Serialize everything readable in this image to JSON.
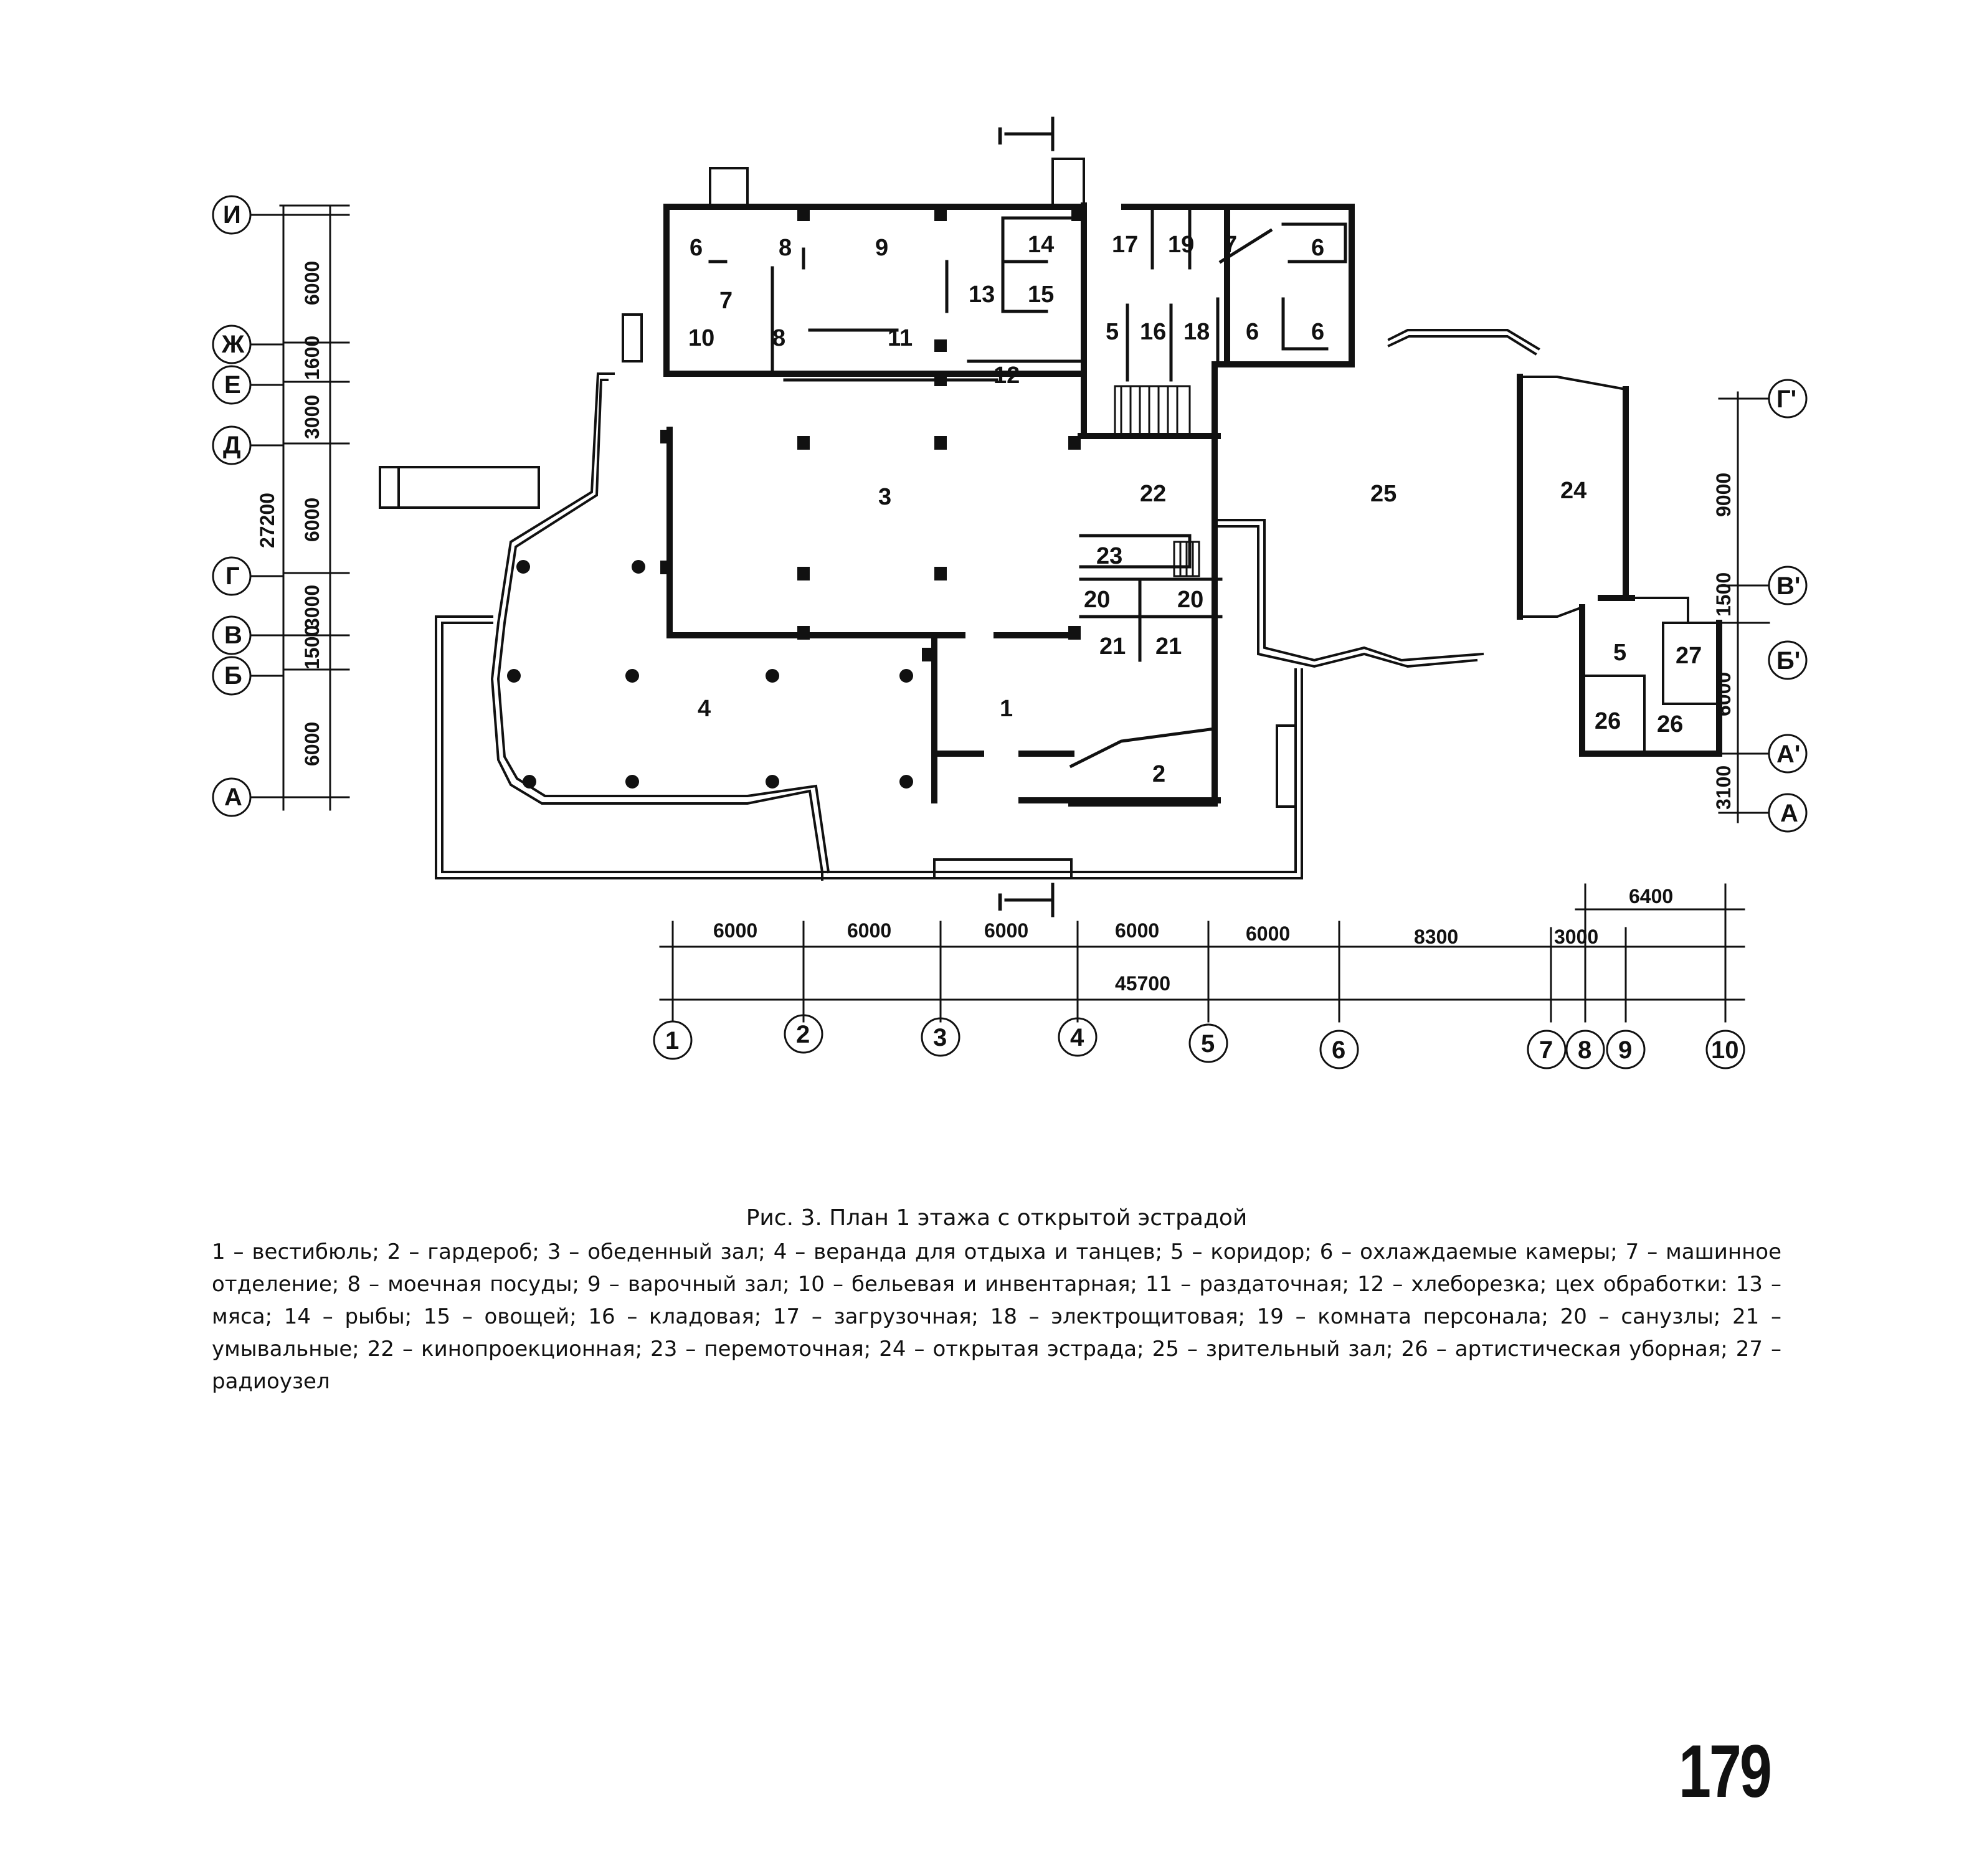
{
  "figure": {
    "section_marks": [
      "I",
      "I"
    ],
    "rooms": [
      {
        "id": "r6a",
        "label": "6"
      },
      {
        "id": "r7a",
        "label": "7"
      },
      {
        "id": "r8a",
        "label": "8"
      },
      {
        "id": "r9",
        "label": "9"
      },
      {
        "id": "r14",
        "label": "14"
      },
      {
        "id": "r13",
        "label": "13"
      },
      {
        "id": "r15",
        "label": "15"
      },
      {
        "id": "r10",
        "label": "10"
      },
      {
        "id": "r8b",
        "label": "8"
      },
      {
        "id": "r11",
        "label": "11"
      },
      {
        "id": "r12",
        "label": "12"
      },
      {
        "id": "r17",
        "label": "17"
      },
      {
        "id": "r19",
        "label": "19"
      },
      {
        "id": "r7b",
        "label": "7"
      },
      {
        "id": "r6b",
        "label": "6"
      },
      {
        "id": "r5a",
        "label": "5"
      },
      {
        "id": "r16",
        "label": "16"
      },
      {
        "id": "r18",
        "label": "18"
      },
      {
        "id": "r6c",
        "label": "6"
      },
      {
        "id": "r6d",
        "label": "6"
      },
      {
        "id": "r3",
        "label": "3"
      },
      {
        "id": "r22",
        "label": "22"
      },
      {
        "id": "r25",
        "label": "25"
      },
      {
        "id": "r24",
        "label": "24"
      },
      {
        "id": "r23",
        "label": "23"
      },
      {
        "id": "r20a",
        "label": "20"
      },
      {
        "id": "r20b",
        "label": "20"
      },
      {
        "id": "r21a",
        "label": "21"
      },
      {
        "id": "r21b",
        "label": "21"
      },
      {
        "id": "r4",
        "label": "4"
      },
      {
        "id": "r1",
        "label": "1"
      },
      {
        "id": "r2",
        "label": "2"
      },
      {
        "id": "r5b",
        "label": "5"
      },
      {
        "id": "r27",
        "label": "27"
      },
      {
        "id": "r26a",
        "label": "26"
      },
      {
        "id": "r26b",
        "label": "26"
      }
    ],
    "left_axes": [
      "И",
      "Ж",
      "Е",
      "Д",
      "Г",
      "В",
      "Б",
      "А"
    ],
    "left_dims": [
      "6000",
      "1600",
      "3000",
      "6000",
      "3000",
      "1500",
      "6000"
    ],
    "left_total": "27200",
    "right_axes": [
      "Г'",
      "В'",
      "Б'",
      "А'",
      "А"
    ],
    "right_dims": [
      "9000",
      "1500",
      "6000",
      "3100"
    ],
    "bottom_axes": [
      "1",
      "2",
      "3",
      "4",
      "5",
      "6",
      "7",
      "8",
      "9",
      "10"
    ],
    "bottom_dims": [
      "6000",
      "6000",
      "6000",
      "6000",
      "6000",
      "8300",
      "3000"
    ],
    "bottom_total": "45700",
    "bottom_extra": "6400"
  },
  "caption": {
    "title": "Рис. 3. План 1 этажа с открытой эстрадой",
    "legend": [
      "1 – вестибюль;",
      "2 – гардероб;",
      "3 – обеденный зал;",
      "4 – веранда для отдыха и танцев;",
      "5 – коридор;",
      "6 – охлаждаемые камеры;",
      "7 – машинное отделение;",
      "8 – моечная посуды;",
      "9 – варочный зал;",
      "10 – бельевая и инвентарная;",
      "11 – раздаточная;",
      "12 – хлеборезка;",
      "цех обработки:",
      "13 – мяса;",
      "14 – рыбы;",
      "15 – овощей;",
      "16 – кладовая;",
      "17 – загрузочная;",
      "18 – электрощитовая;",
      "19 – комната персонала;",
      "20 – санузлы;",
      "21 – умывальные;",
      "22 – кинопроекционная;",
      "23 – перемоточная;",
      "24 – открытая эстрада;",
      "25 – зрительный зал;",
      "26 – артистическая уборная;",
      "27 – радиоузел"
    ]
  },
  "page_number": "179"
}
